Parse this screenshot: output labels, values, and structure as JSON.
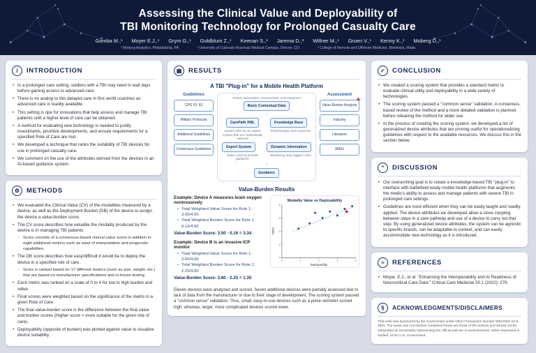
{
  "header": {
    "title_line1": "Assessing the Clinical Value and Deployability of",
    "title_line2": "TBI Monitoring Technology for Prolonged Casualty Care",
    "authors": [
      "Gomba M.,¹",
      "Moyer E.J.,¹",
      "Grym G.,¹",
      "Goldblum Z.,¹",
      "Keenan S.,²",
      "Jarema D.,³",
      "Willner M.,¹",
      "Gruen V.,¹",
      "Kenny K.,¹",
      "Moberg D.,¹"
    ],
    "affiliations": [
      "¹ Moberg Analytics, Philadelphia, PA",
      "² University of Colorado Anschutz Medical Campus, Denver, CO",
      "³ College of Remote and Offshore Medicine, Birkirkara, Malta"
    ]
  },
  "icons": {
    "star": "★",
    "arrow_down": "↓"
  },
  "colors": {
    "header_bg": "#0e1a38",
    "accent": "#1a2a5b",
    "box_border": "#6d9bd3",
    "star": "#cc2222",
    "body_bg": "#d8dce7"
  },
  "sections": {
    "introduction": {
      "heading": "INTRODUCTION",
      "icon": "i",
      "bullets": [
        "In a prolonged care setting, soldiers with a TBI may need to wait days before gaining access to advanced care.",
        "There is no analog to this delayed care in first world countries as advanced care is readily available.",
        "This setting is ripe for innovations that help assess and manage TBI patients until a higher level of care can be obtained.",
        "A method for evaluating new technology is needed to justify investments, prioritize developments, and ensure requirements for a specified Role of Care are met.",
        "We developed a technique that ranks the suitability of TBI devices for use in prolonged casualty care.",
        "We comment on the use of the attributes derived from the devices in an AI-based guidance system."
      ]
    },
    "methods": {
      "heading": "METHODS",
      "icon": "⚙",
      "bullets": [
        "We evaluated the Clinical Value (CV) of the modalities measured by a device, as well as the Deployment Burden (DB) of the device to assign the device a value-burden score.",
        "The CV score describes how valuable the modality produced by the device is in managing TBI patients.",
        "Score consists of a consensus-based clinical value score in addition to eight additional metrics such as ease of interpretation and prognostic capabilities.",
        "The DB score describes how easy/difficult it would be to deploy the device in a specified role of care.",
        "Score is ranked based on 17 different metrics (such as size, weight, etc.) that are based on manufacturer specifications and in-house testing",
        "Each metric was ranked on a scale of 0 to 4 for low to high burden and value.",
        "Final scores were weighted based on the significance of the metric in a given Role of Care.",
        "The final value-burden score is the difference between the final value and burden scores (Higher score = more suitable for the given role of care).",
        "Deployability (opposite of burden) was plotted against value to visualize device suitability."
      ]
    },
    "results": {
      "heading": "RESULTS",
      "icon": "▦",
      "diagram": {
        "title": "A TBI \"Plug-in\" for a Mobile Health Platform",
        "guidelines_label": "Guidelines",
        "guidelines": [
          "CPG ID: 63",
          "Military Protocols",
          "Additional Guidelines",
          "Consensus Guidelines"
        ],
        "assessment_label": "Assessment",
        "assessment": [
          "Value Burden Analysis",
          "Industry",
          "Literature",
          "SMEs"
        ],
        "top_note": "Patient information, environment, and resources",
        "boxes": {
          "contextual": "Basic Contextual Data",
          "carepath": "CarePath XML",
          "knowledge": "Knowledge Base",
          "expert": "Expert System",
          "dynamic": "Dynamic Information",
          "guidance": "Guidance"
        },
        "notes": {
          "expert_rules": "Expert rules for an expert system that are contextually relevant",
          "relationships": "Relationships and resources",
          "rules_used": "Rules used to provide guidance",
          "monitoring": "Monitoring data triggers rules"
        }
      },
      "value_burden_heading": "Value-Burden Results",
      "examples": [
        {
          "label": "Example: Device A measures brain oxygen noninvasively",
          "bullets": [
            "Total Weighted Value Score for Role 1: 3.50/4.00",
            "Total Weighted Burden Score for Role 1: 0.16/4.00"
          ],
          "score": "Value-Burden Score: 3.50 - 0.16 = 3.34"
        },
        {
          "label": "Example: Device B is an invasive ICP monitor",
          "bullets": [
            "Total Weighted Value Score for Role 1: 3.60/4.00",
            "Total Weighted Burden Score for Role 1: 2.25/4.00"
          ],
          "score": "Value-Burden Score: 3.60 - 2.25 = 1.35"
        }
      ],
      "footer": "Eleven devices were analyzed and scored. Seven additional devices were partially assessed due to lack of data from the manufacturer or due to their stage of development. The scoring system passed a \"common sense\" validation. Thus, small, easy-to-use devices such as a pulse oximeter scored high, whereas, larger, more complicated devices scored lower."
    },
    "conclusion": {
      "heading": "CONCLUSION",
      "icon": "✓",
      "bullets": [
        "We created a scoring system that provides a standard metric to evaluate clinical utility and deployability in a wide variety of technologies.",
        "The scoring system passed a \"common sense\" validation. A consensus-based review of the method and a more detailed validation is planned before releasing the method for wider use.",
        "In the process of creating the scoring system, we developed a list of generalized device attributes that are proving useful for operationalizing guidelines with respect to the available resources. We discuss this in the section below."
      ]
    },
    "discussion": {
      "heading": "DISCUSSION",
      "icon": "“",
      "bullets": [
        "Our overarching goal is to create a knowledge-based TBI \"plug-in\" to interface with battlefield-ready mobile health platforms that augments the medic's ability to assess and manage patients with severe TBI in prolonged care settings.",
        "Guidelines are most efficient when they can be easily taught and readily applied. The device attributes we developed allow a close coupling between steps in a care pathway and use of a device to carry out that step. By using generalized device attributes, the system can be agnostic to specific brands, can be adaptable to context, and can easily accommodate new technology as it is introduced."
      ]
    },
    "references": {
      "heading": "REFERENCES",
      "icon": "≡",
      "items": [
        "Moyer, E.J., et al. \"Enhancing the Interoperability and AI Readiness of Neurocritical Care Data.\" Critical Care Medicine 50.1 (2022): 279."
      ]
    },
    "acknowledgments": {
      "heading": "ACKNOWLEDGMENTS/DISCLAIMERS",
      "icon": "§",
      "text": "This work was sponsored by the Government under Other Transaction Number W81XWH-15-9-0001. The views and conclusions contained herein are those of the authors and should not be interpreted as necessarily representing the official policies or endorsements, either expressed or implied, of the U.S. Government."
    }
  },
  "chart_data": {
    "type": "scatter",
    "title": "Modality Value vs Deployability",
    "xlabel": "Deployability",
    "ylabel": "Value",
    "xlim": [
      0,
      4
    ],
    "ylim": [
      0,
      4
    ],
    "grid": false,
    "points": [
      {
        "x": 0.9,
        "y": 2.2
      },
      {
        "x": 1.5,
        "y": 2.6
      },
      {
        "x": 1.8,
        "y": 3.4
      },
      {
        "x": 2.2,
        "y": 3.0
      },
      {
        "x": 2.6,
        "y": 3.5
      },
      {
        "x": 3.0,
        "y": 3.2
      },
      {
        "x": 3.4,
        "y": 3.7
      },
      {
        "x": 3.8,
        "y": 3.9
      }
    ],
    "trendline": {
      "x1": 0.6,
      "y1": 2.0,
      "x2": 3.9,
      "y2": 3.9
    },
    "point_color": "#2e5fa3",
    "highlight": {
      "x": 3.5,
      "y": 3.5,
      "color": "#cc2222"
    }
  }
}
